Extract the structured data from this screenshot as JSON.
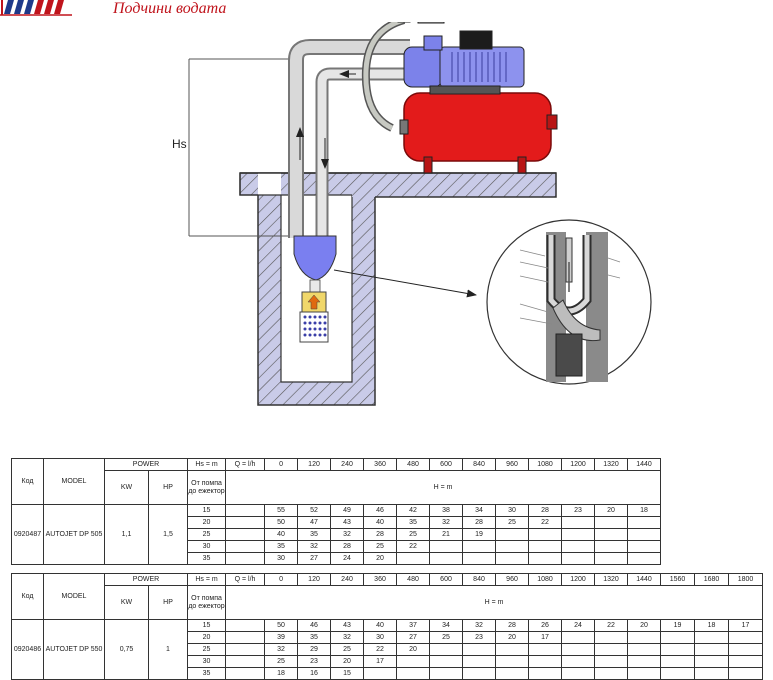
{
  "header": {
    "slogan": "Подчини водата"
  },
  "diagram": {
    "hs_label": "Hs"
  },
  "tables": [
    {
      "code": "0920487",
      "model": "AUTOJET DP 505",
      "kw": "1,1",
      "hp": "1,5",
      "headers": {
        "code": "Код",
        "model": "MODEL",
        "power": "POWER",
        "kw": "KW",
        "hp": "HP",
        "hs": "Hs = m",
        "q": "Q = l/h",
        "ejector": "От помпа до ежектор",
        "h": "H = m"
      },
      "q_values": [
        "0",
        "120",
        "240",
        "360",
        "480",
        "600",
        "840",
        "960",
        "1080",
        "1200",
        "1320",
        "1440"
      ],
      "rows": [
        {
          "hs": "15",
          "h": [
            "55",
            "52",
            "49",
            "46",
            "42",
            "38",
            "34",
            "30",
            "28",
            "23",
            "20",
            "18"
          ]
        },
        {
          "hs": "20",
          "h": [
            "50",
            "47",
            "43",
            "40",
            "35",
            "32",
            "28",
            "25",
            "22",
            "",
            "",
            ""
          ]
        },
        {
          "hs": "25",
          "h": [
            "40",
            "35",
            "32",
            "28",
            "25",
            "21",
            "19",
            "",
            "",
            "",
            "",
            ""
          ]
        },
        {
          "hs": "30",
          "h": [
            "35",
            "32",
            "28",
            "25",
            "22",
            "",
            "",
            "",
            "",
            "",
            "",
            ""
          ]
        },
        {
          "hs": "35",
          "h": [
            "30",
            "27",
            "24",
            "20",
            "",
            "",
            "",
            "",
            "",
            "",
            "",
            ""
          ]
        }
      ]
    },
    {
      "code": "0920486",
      "model": "AUTOJET DP 550",
      "kw": "0,75",
      "hp": "1",
      "headers": {
        "code": "Код",
        "model": "MODEL",
        "power": "POWER",
        "kw": "KW",
        "hp": "HP",
        "hs": "Hs = m",
        "q": "Q = l/h",
        "ejector": "От помпа до ежектор",
        "h": "H = m"
      },
      "q_values": [
        "0",
        "120",
        "240",
        "360",
        "480",
        "600",
        "840",
        "960",
        "1080",
        "1200",
        "1320",
        "1440",
        "1560",
        "1680",
        "1800"
      ],
      "rows": [
        {
          "hs": "15",
          "h": [
            "50",
            "46",
            "43",
            "40",
            "37",
            "34",
            "32",
            "28",
            "26",
            "24",
            "22",
            "20",
            "19",
            "18",
            "17"
          ]
        },
        {
          "hs": "20",
          "h": [
            "39",
            "35",
            "32",
            "30",
            "27",
            "25",
            "23",
            "20",
            "17",
            "",
            "",
            "",
            "",
            "",
            ""
          ]
        },
        {
          "hs": "25",
          "h": [
            "32",
            "29",
            "25",
            "22",
            "20",
            "",
            "",
            "",
            "",
            "",
            "",
            "",
            "",
            "",
            ""
          ]
        },
        {
          "hs": "30",
          "h": [
            "25",
            "23",
            "20",
            "17",
            "",
            "",
            "",
            "",
            "",
            "",
            "",
            "",
            "",
            "",
            ""
          ]
        },
        {
          "hs": "35",
          "h": [
            "18",
            "16",
            "15",
            "",
            "",
            "",
            "",
            "",
            "",
            "",
            "",
            "",
            "",
            "",
            ""
          ]
        }
      ]
    }
  ]
}
